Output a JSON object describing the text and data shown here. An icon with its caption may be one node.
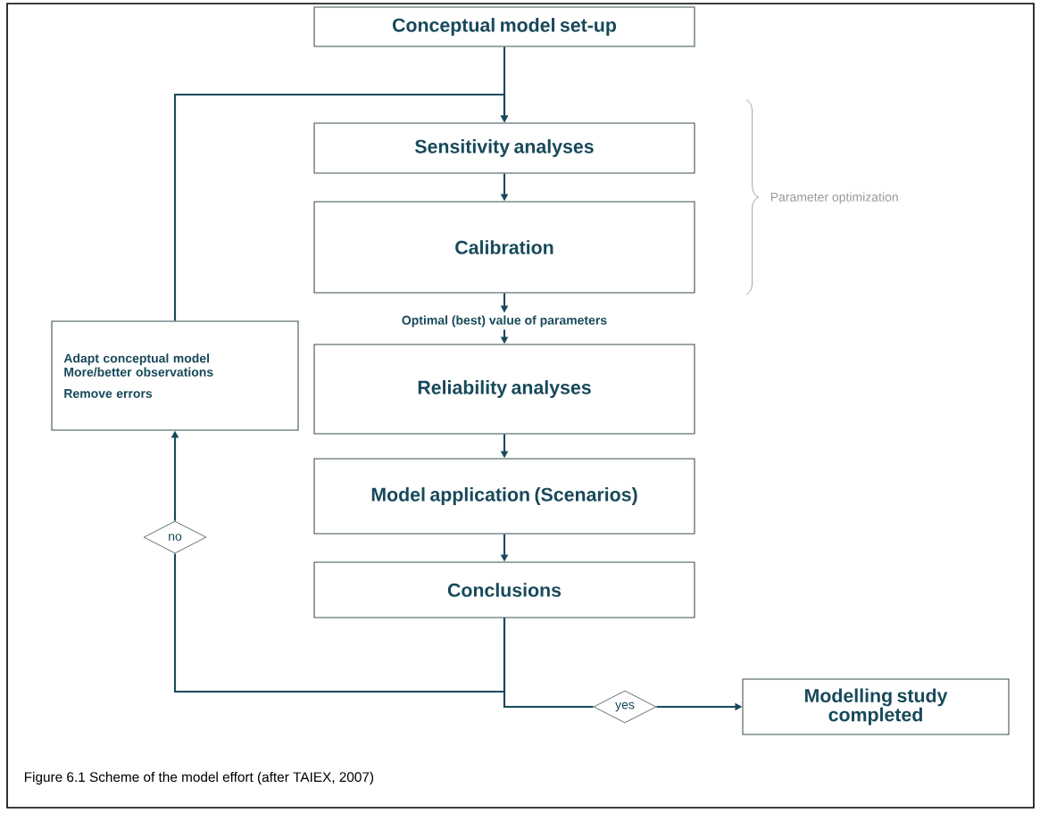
{
  "diagram": {
    "caption": "Figure 6.1 Scheme of the model effort (after TAIEX, 2007)",
    "nodes": [
      {
        "text": [
          "Conceptual model set-up"
        ]
      },
      {
        "text": [
          "Sensitivity analyses"
        ]
      },
      {
        "text": [
          "Calibration"
        ]
      },
      {
        "text": [
          "Optimal (best) value of parameters"
        ]
      },
      {
        "text": [
          "Reliability analyses"
        ]
      },
      {
        "text": [
          "Model application (Scenarios)"
        ]
      },
      {
        "text": [
          "Conclusions"
        ]
      },
      {
        "text": [
          "Modelling study completed"
        ]
      },
      {
        "text": [
          "Adapt conceptual model",
          "More/better observations",
          "Remove errors"
        ]
      },
      {
        "text": [
          "no"
        ]
      },
      {
        "text": [
          "yes"
        ]
      }
    ],
    "edges": [
      {
        "from": 0,
        "to": 1,
        "arrow": "to"
      },
      {
        "from": 1,
        "to": 2,
        "arrow": "to"
      },
      {
        "from": 2,
        "to": 3,
        "arrow": "to"
      },
      {
        "from": 3,
        "to": 4,
        "arrow": "to"
      },
      {
        "from": 4,
        "to": 5,
        "arrow": "to"
      },
      {
        "from": 5,
        "to": 6,
        "arrow": "to"
      },
      {
        "from": 6,
        "to": 10,
        "arrow": "none"
      },
      {
        "from": 10,
        "to": 7,
        "arrow": "to"
      },
      {
        "from": 6,
        "to": 9,
        "arrow": "none"
      },
      {
        "from": 9,
        "to": 8,
        "arrow": "to"
      },
      {
        "from": 8,
        "to": 1,
        "arrow": "to"
      }
    ],
    "labels": [
      "Parameter optimization"
    ]
  }
}
